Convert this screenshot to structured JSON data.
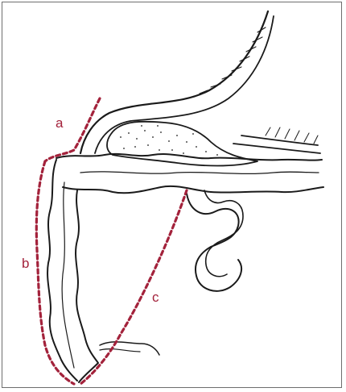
{
  "labels": {
    "a": "a",
    "b": "b",
    "c": "c"
  },
  "colors": {
    "annotation": "#a3223b",
    "ink": "#1a1a1a",
    "frame": "#6e6e6e"
  }
}
